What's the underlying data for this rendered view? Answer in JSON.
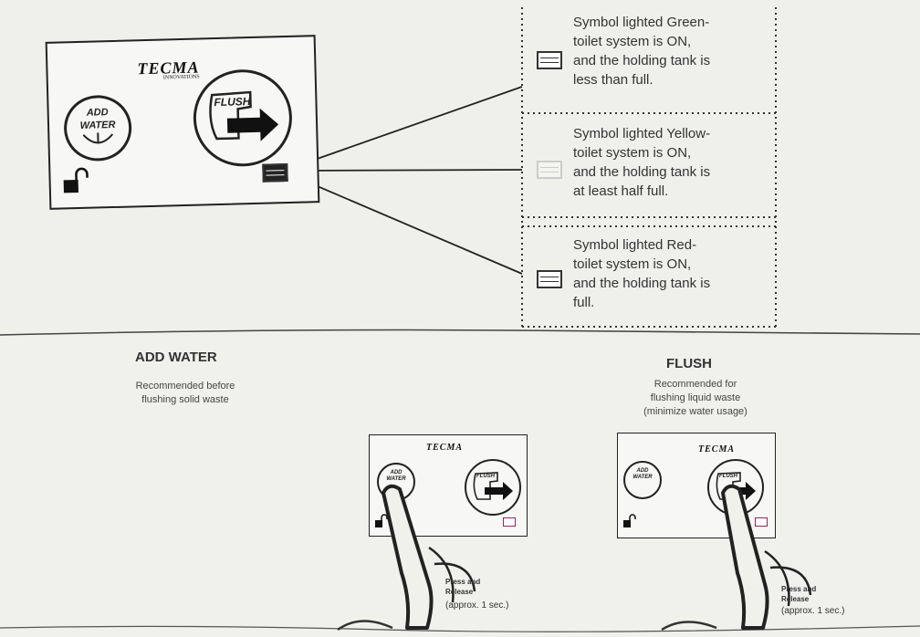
{
  "panel": {
    "logo": "TECMA",
    "logo_sub": "INNOVATIONS",
    "add_label_1": "ADD",
    "add_label_2": "WATER",
    "flush_label": "FLUSH"
  },
  "indicator_notes": [
    {
      "lines": [
        "Symbol lighted Green-",
        "toilet system is ON,",
        "and the holding tank is",
        "less than full."
      ],
      "color": "#2e8b3d"
    },
    {
      "lines": [
        "Symbol lighted Yellow-",
        "toilet system is ON,",
        "and the holding tank is",
        "at least half full."
      ],
      "color": "#d9c100"
    },
    {
      "lines": [
        "Symbol lighted Red-",
        "toilet system is ON,",
        "and the holding tank is",
        "full."
      ],
      "color": "#c0392b"
    }
  ],
  "add_water_section": {
    "title": "ADD WATER",
    "desc_1": "Recommended before",
    "desc_2": "flushing solid waste",
    "caption_1": "Press and",
    "caption_2": "Release",
    "caption_3": "(approx. 1 sec.)"
  },
  "flush_section": {
    "title": "FLUSH",
    "desc_1": "Recommended for",
    "desc_2": "flushing liquid waste",
    "desc_3": "(minimize water usage)",
    "caption_1": "Press and",
    "caption_2": "Release",
    "caption_3": "(approx. 1 sec.)"
  }
}
